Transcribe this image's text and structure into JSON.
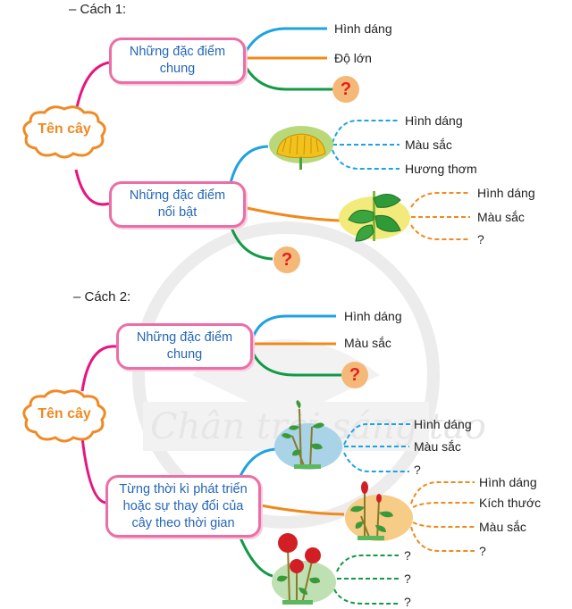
{
  "watermark": "Chân trời sáng tạo",
  "colors": {
    "pink": "#e8157f",
    "blue": "#1ea3e0",
    "orange": "#f08a1c",
    "green": "#129a46",
    "box_text": "#2566b6",
    "cloud": "#ef8a24",
    "question_bg": "#f4b878",
    "question_fg": "#e2201e"
  },
  "method1": {
    "heading": "– Cách 1:",
    "root": "Tên cây",
    "common": {
      "label": "Những đặc điểm chung",
      "line1": "Những đặc điểm",
      "line2": "chung",
      "branches": [
        "Hình dáng",
        "Độ lớn",
        "?"
      ]
    },
    "highlight": {
      "line1": "Những đặc điểm",
      "line2": "nổi bật",
      "flower": {
        "image": "chrysanthemum-flower",
        "branches": [
          "Hình dáng",
          "Màu sắc",
          "Hương thơm"
        ]
      },
      "leaf": {
        "image": "leaf-plant",
        "branches": [
          "Hình dáng",
          "Màu sắc",
          "?"
        ]
      },
      "extra": "?"
    }
  },
  "method2": {
    "heading": "– Cách 2:",
    "root": "Tên cây",
    "common": {
      "line1": "Những đặc điểm",
      "line2": "chung",
      "branches": [
        "Hình dáng",
        "Màu sắc",
        "?"
      ]
    },
    "growth": {
      "line1": "Từng thời kì phát triển",
      "line2": "hoặc sự thay đổi của",
      "line3": "cây theo thời gian",
      "stage1": {
        "image": "young-rose-plant",
        "branches": [
          "Hình dáng",
          "Màu sắc",
          "?"
        ]
      },
      "stage2": {
        "image": "budding-rose-plant",
        "branches": [
          "Hình dáng",
          "Kích thước",
          "Màu sắc",
          "?"
        ]
      },
      "stage3": {
        "image": "blooming-rose-plant",
        "branches": [
          "?",
          "?",
          "?"
        ]
      }
    }
  }
}
